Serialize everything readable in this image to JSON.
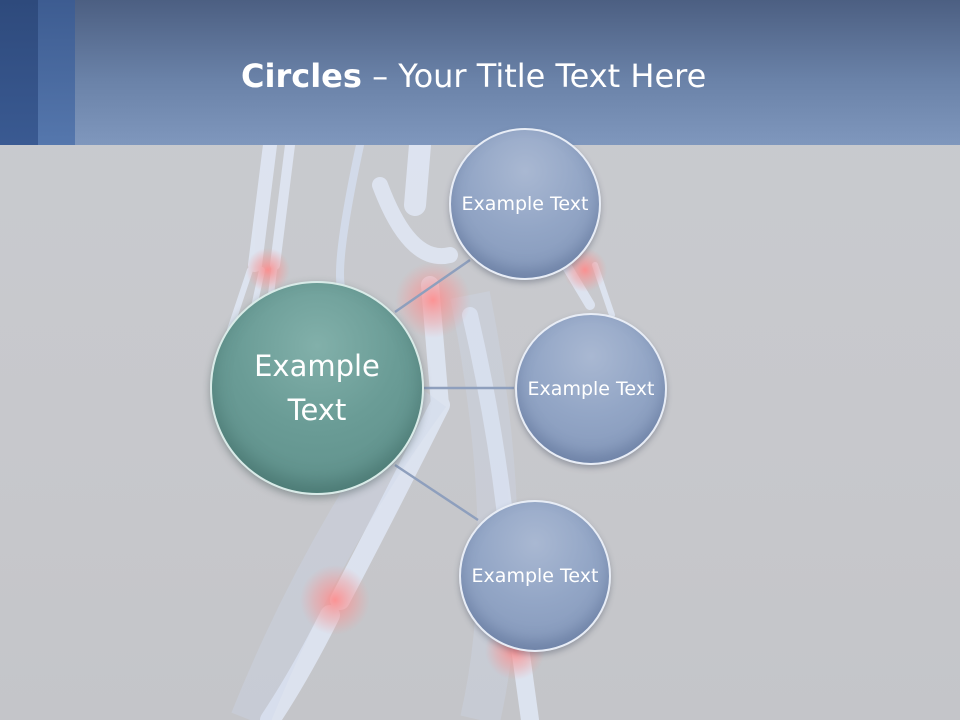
{
  "title": {
    "bold": "Circles",
    "rest": " – Your Title Text Here"
  },
  "diagram": {
    "center": {
      "label": "Example Text"
    },
    "satellites": [
      {
        "label": "Example Text"
      },
      {
        "label": "Example Text"
      },
      {
        "label": "Example Text"
      }
    ]
  },
  "colors": {
    "header": "#6a82a8",
    "center_circle": "#6a9c96",
    "satellite_circle": "#93a6c6",
    "connector": "#8e9fbd"
  }
}
